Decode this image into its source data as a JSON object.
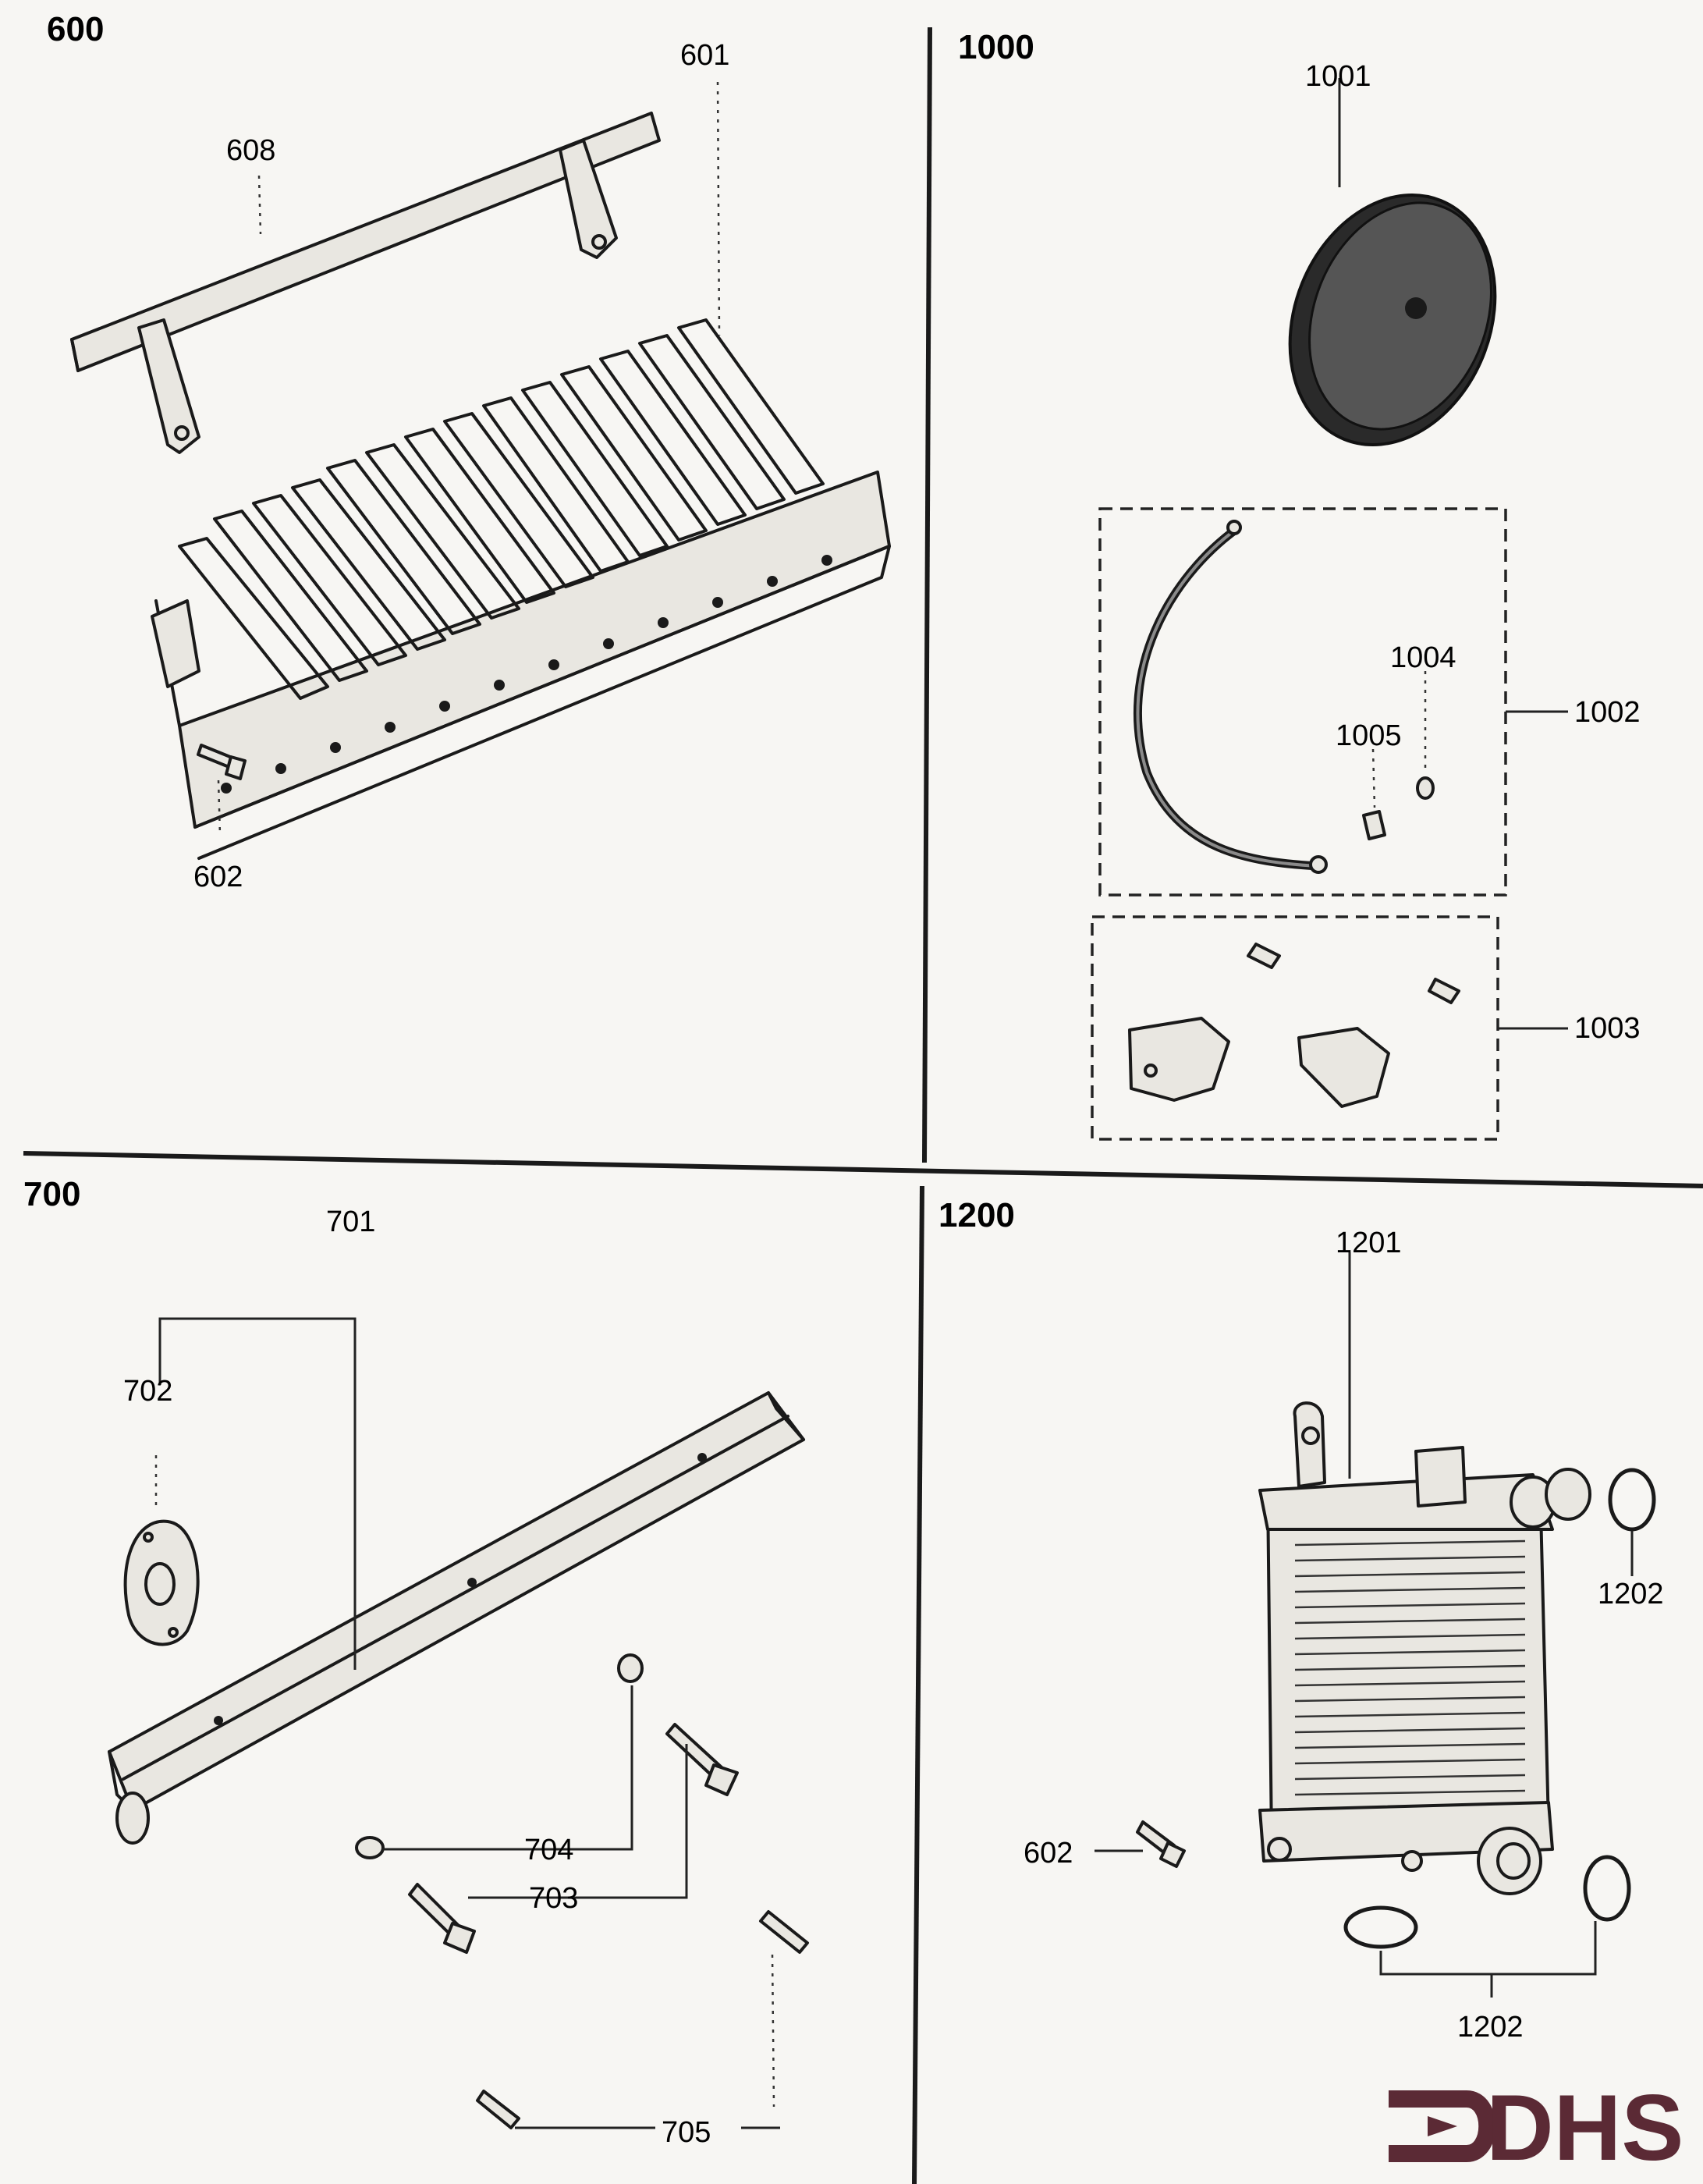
{
  "sections": {
    "s600": "600",
    "s1000": "1000",
    "s700": "700",
    "s1200": "1200"
  },
  "labels": {
    "p601": "601",
    "p608": "608",
    "p602a": "602",
    "p1001": "1001",
    "p1002": "1002",
    "p1003": "1003",
    "p1004": "1004",
    "p1005": "1005",
    "p701": "701",
    "p702": "702",
    "p703": "703",
    "p704": "704",
    "p705": "705",
    "p1201": "1201",
    "p1202a": "1202",
    "p1202b": "1202",
    "p602b": "602"
  },
  "logo": {
    "text": "DHS",
    "color": "#5b2a35"
  }
}
